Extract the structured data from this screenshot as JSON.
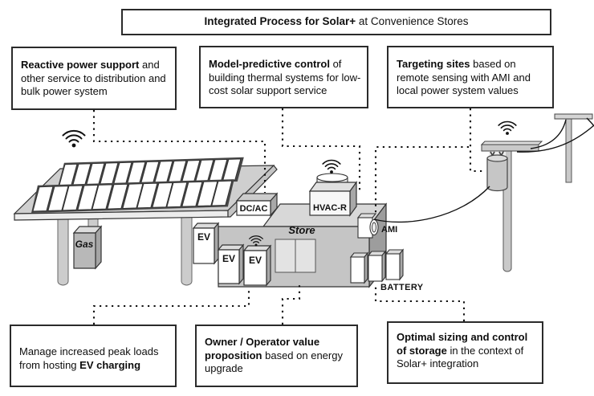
{
  "title": {
    "emphasis": "Integrated Process for Solar+",
    "suffix": " at Convenience Stores"
  },
  "callouts": {
    "reactive_power": {
      "emphasis": "Reactive power support",
      "suffix": " and other service to distribution and bulk power system"
    },
    "model_predictive": {
      "emphasis": "Model-predictive control",
      "suffix": " of building thermal systems for low-cost solar support service"
    },
    "targeting_sites": {
      "emphasis": "Targeting sites",
      "suffix": " based on remote sensing with AMI and local power system values"
    },
    "peak_loads": {
      "prefix": "Manage increased peak loads from hosting ",
      "emphasis": "EV charging"
    },
    "owner_value": {
      "emphasis": "Owner / Operator value proposition",
      "suffix": " based on energy upgrade"
    },
    "storage_sizing": {
      "emphasis": "Optimal sizing and control of storage",
      "suffix": " in the context of Solar+ integration"
    }
  },
  "equipment_labels": {
    "gas_pump": "Gas",
    "ev_charger_1": "EV",
    "ev_charger_2": "EV",
    "ev_charger_3": "EV",
    "inverter": "DC/AC",
    "hvac": "HVAC-R",
    "store": "Store",
    "ami_meter": "AMI",
    "battery": "BATTERY"
  },
  "icons": {
    "wifi": "wifi-icon"
  },
  "colors": {
    "ink": "#111111",
    "slab_gray": "#cfcfcf",
    "store_front": "#c5c5c5",
    "store_side": "#9d9d9d",
    "store_roof": "#d8d8d8",
    "door_gray": "#e3e3e3",
    "white": "#ffffff"
  }
}
